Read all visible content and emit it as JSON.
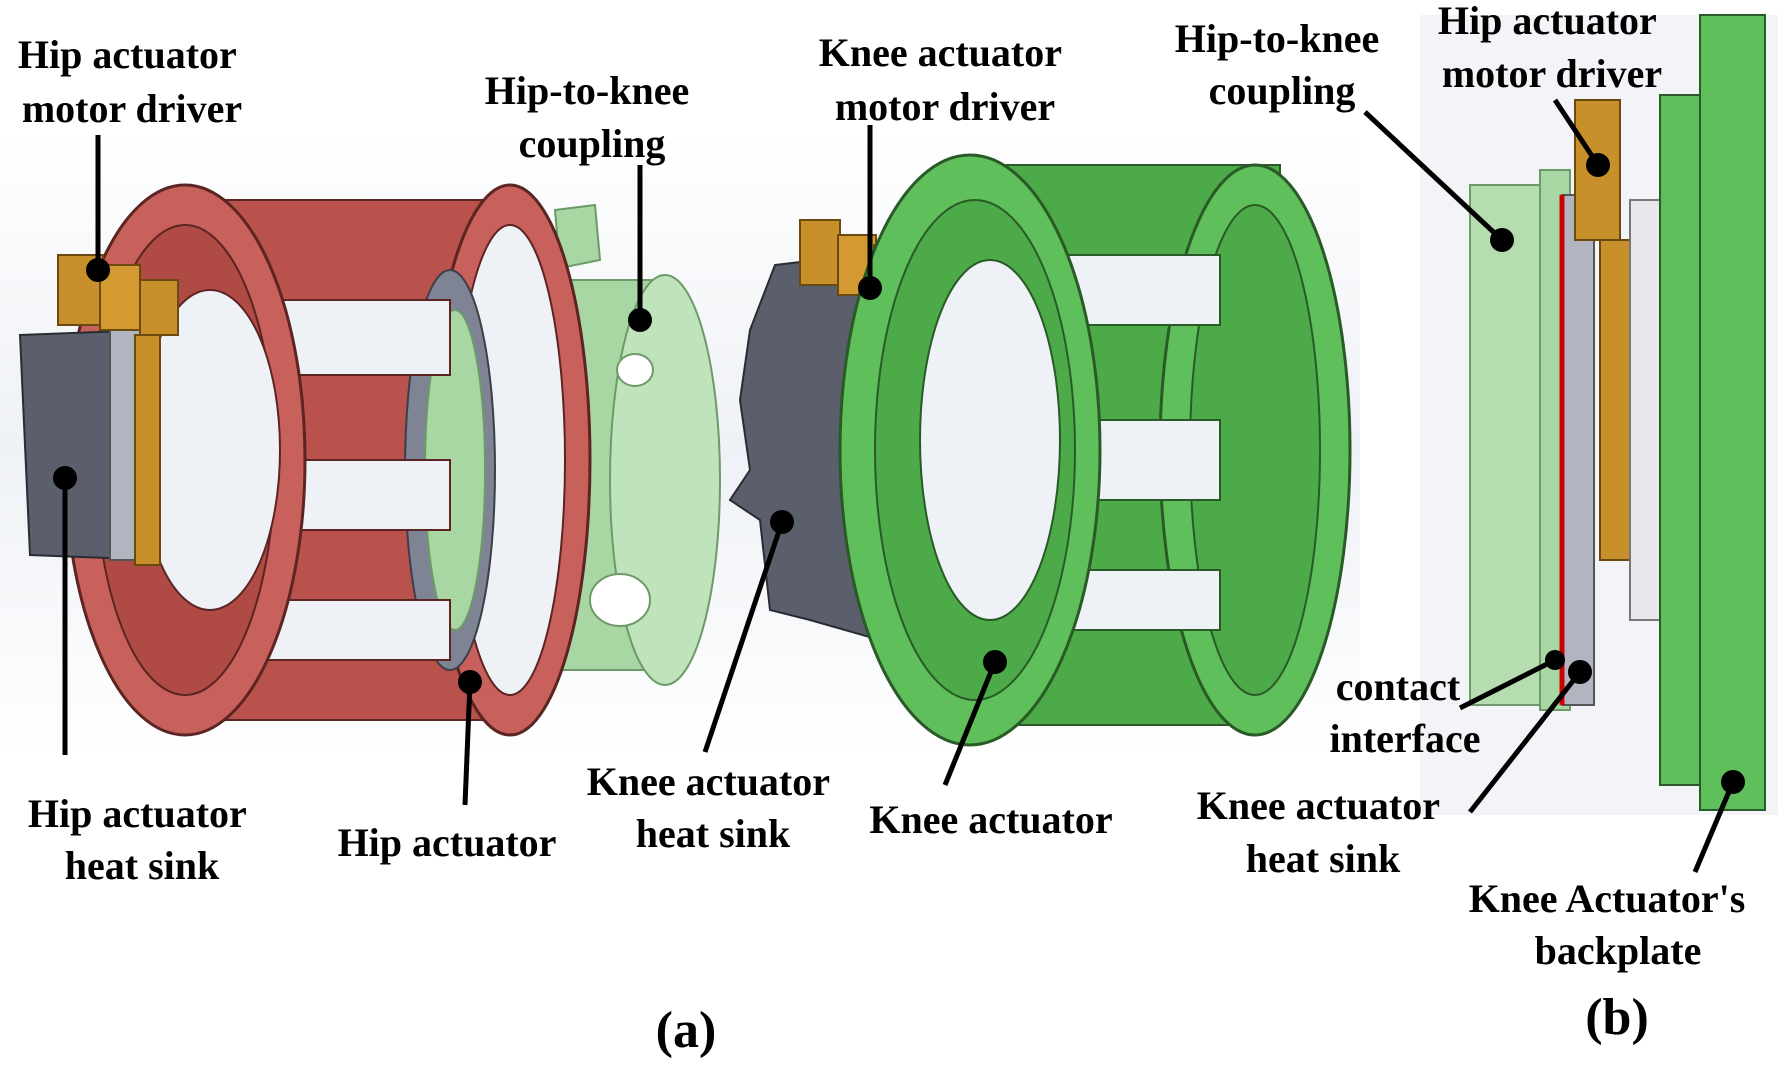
{
  "panels": {
    "a": "(a)",
    "b": "(b)"
  },
  "labels_a": {
    "hip_driver": [
      "Hip actuator",
      "motor driver"
    ],
    "coupling": [
      "Hip-to-knee",
      "coupling"
    ],
    "knee_driver": [
      "Knee actuator",
      "motor driver"
    ],
    "hip_heatsink": [
      "Hip actuator",
      "heat sink"
    ],
    "hip_actuator": "Hip actuator",
    "knee_heatsink": [
      "Knee actuator",
      "heat sink"
    ],
    "knee_actuator": "Knee actuator"
  },
  "labels_b": {
    "coupling": [
      "Hip-to-knee",
      "coupling"
    ],
    "hip_driver": [
      "Hip actuator",
      "motor driver"
    ],
    "contact": [
      "contact",
      "interface"
    ],
    "knee_heatsink": [
      "Knee actuator",
      "heat sink"
    ],
    "backplate": [
      "Knee Actuator's",
      "backplate"
    ]
  },
  "colors": {
    "hip_actuator": "#c8615c",
    "coupling": "#b5ddb0",
    "knee_actuator": "#5fbf5a",
    "driver": "#c8902a",
    "heat_sink": "#5a5f6b",
    "contact_interface": "#cc0000"
  }
}
